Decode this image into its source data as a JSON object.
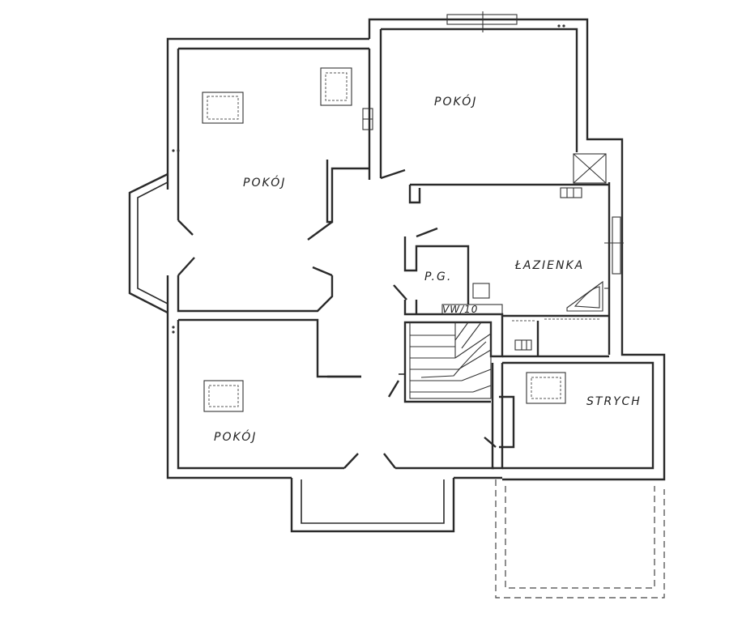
{
  "rooms": {
    "pokoj_top_left": "POKÓJ",
    "pokoj_top_right": "POKÓJ",
    "pokoj_bottom": "POKÓJ",
    "lazienka": "ŁAZIENKA",
    "pg": "P.G.",
    "strych": "STRYCH"
  },
  "fixtures": {
    "sink_label": "VW/10"
  }
}
